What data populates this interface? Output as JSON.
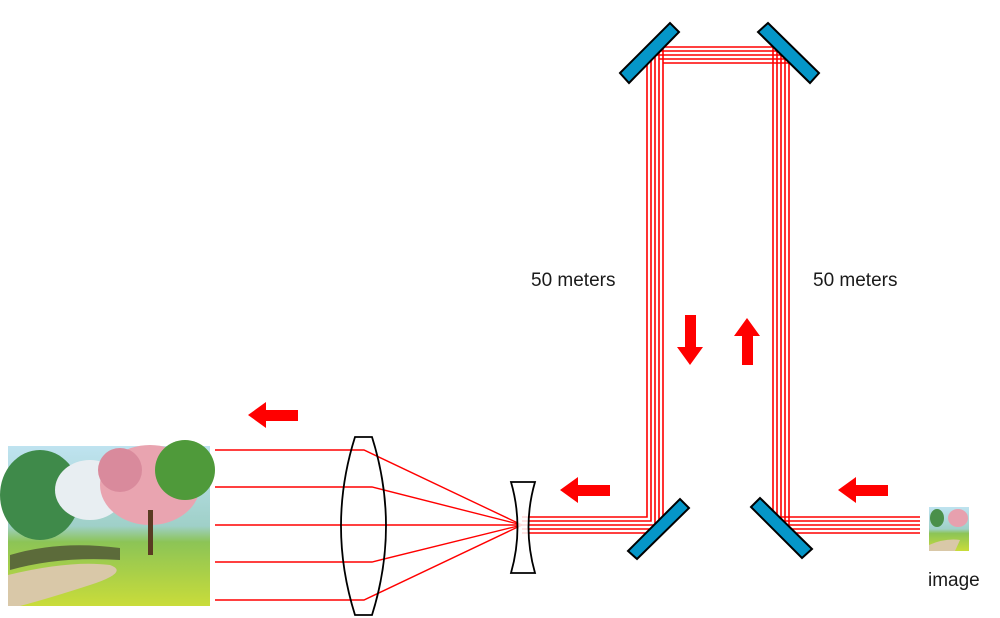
{
  "labels": {
    "left_distance": "50 meters",
    "right_distance": "50 meters",
    "image": "image"
  },
  "colors": {
    "beam": "#ff0000",
    "arrow": "#ff0000",
    "mirror": "#0596c8",
    "outline": "#000000"
  },
  "icons": [
    "arrow-left-icon",
    "arrow-down-icon",
    "arrow-up-icon"
  ]
}
